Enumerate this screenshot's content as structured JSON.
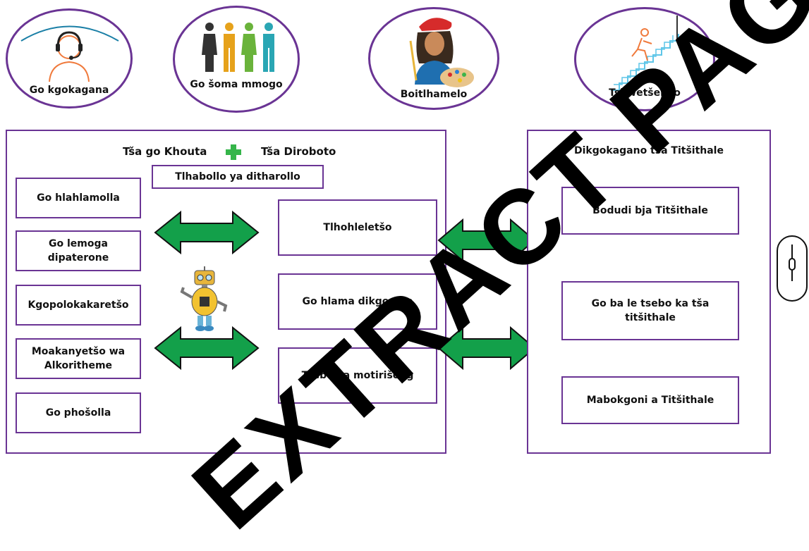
{
  "top_icons": [
    {
      "label": "Go kgokagana",
      "icon": "headset-person-icon"
    },
    {
      "label": "Go šoma mmogo",
      "icon": "team-people-icon"
    },
    {
      "label": "Boitlhamelo",
      "icon": "artist-palette-icon"
    },
    {
      "label": "Tshwetšelelo",
      "icon": "climbing-stairs-icon"
    }
  ],
  "left_panel": {
    "title_left": "Tša go Khouta",
    "title_right": "Tša Diroboto",
    "subtitle": "Tlhabollo ya ditharollo",
    "skills": [
      "Go hlahlamolla",
      "Go lemoga dipaterone",
      "Kgopolokakaretšo",
      "Moakanyetšo wa Alkoritheme",
      "Go phošolla"
    ],
    "center_items": [
      "Tlhohleletšo",
      "Go hlama dikgopolo",
      "Tsebo ya motirišong"
    ]
  },
  "right_panel": {
    "title": "Dikgokagano tša Titšithale",
    "items": [
      "Bodudi bja Titšithale",
      "Go ba le tsebo ka tša titšithale",
      "Mabokgoni a Titšithale"
    ]
  },
  "watermark": "EXTRACT PAGES",
  "colors": {
    "border": "#6a3494",
    "arrow": "#13a04a",
    "plus": "#35b54a",
    "watermark": "#000000"
  }
}
